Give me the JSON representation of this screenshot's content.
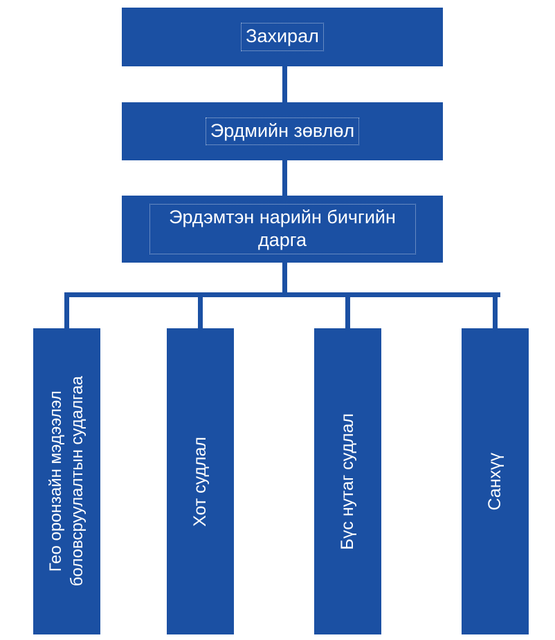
{
  "chart_title": "",
  "colors": {
    "node_fill": "#1B50A3",
    "node_text": "#ffffff",
    "connector": "#1B50A3",
    "background": "#ffffff"
  },
  "hierarchy": {
    "level_1": {
      "id": "director",
      "label": "Захирал"
    },
    "level_2": {
      "id": "academic-council",
      "label": "Эрдмийн зөвлөл"
    },
    "level_3": {
      "id": "scientific-secretary",
      "label": "Эрдэмтэн нарийн бичгийн дарга"
    },
    "level_4": [
      {
        "id": "geo-information-processing-research",
        "label": "Гео оронзайн мэдээлэл\nболовсруулалтын судалгаа",
        "orientation": "vertical"
      },
      {
        "id": "urban-studies",
        "label": "Хот судлал",
        "orientation": "vertical"
      },
      {
        "id": "regional-studies",
        "label": "Бүс нутаг судлал",
        "orientation": "vertical"
      },
      {
        "id": "finance",
        "label": "Санхүү",
        "orientation": "vertical"
      }
    ]
  }
}
